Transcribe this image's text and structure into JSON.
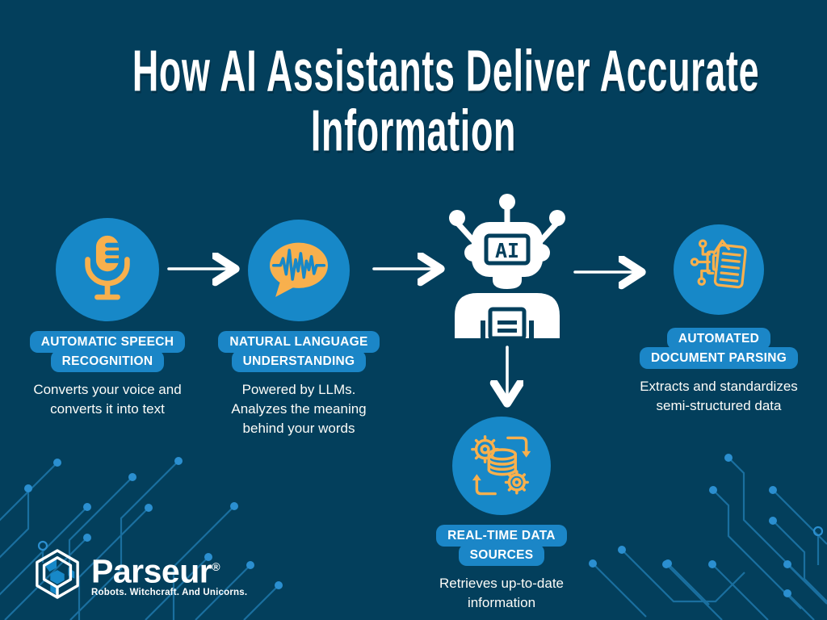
{
  "colors": {
    "background": "#033f5c",
    "node_circle_blue": "#1788c8",
    "label_badge_blue": "#1b86c7",
    "icon_orange": "#f8b04d",
    "text_white": "#ffffff",
    "arrow_white": "#ffffff",
    "circuit_line": "#1a6f9f",
    "circuit_dot": "#2b8fd0"
  },
  "title": {
    "line1": "How AI Assistants Deliver Accurate",
    "line2": "Information"
  },
  "robot": {
    "icon": "ai-robot-icon",
    "screen_text": "AI"
  },
  "nodes": [
    {
      "icon": "microphone-icon",
      "label_lines": [
        "AUTOMATIC SPEECH",
        "RECOGNITION"
      ],
      "desc_lines": [
        "Converts your voice and",
        "converts it into text"
      ]
    },
    {
      "icon": "speech-waveform-icon",
      "label_lines": [
        "NATURAL LANGUAGE",
        "UNDERSTANDING"
      ],
      "desc_lines": [
        "Powered by LLMs.",
        "Analyzes the meaning",
        "behind your words"
      ]
    },
    {
      "icon": "document-parsing-icon",
      "label_lines": [
        "AUTOMATED",
        "DOCUMENT PARSING"
      ],
      "desc_lines": [
        "Extracts and standardizes",
        "semi-structured data"
      ]
    },
    {
      "icon": "data-sync-icon",
      "label_lines": [
        "REAL-TIME DATA",
        "SOURCES"
      ],
      "desc_lines": [
        "Retrieves up-to-date",
        "information"
      ]
    }
  ],
  "logo": {
    "name": "Parseur",
    "trademark": "®",
    "tagline": "Robots. Witchcraft. And Unicorns."
  }
}
